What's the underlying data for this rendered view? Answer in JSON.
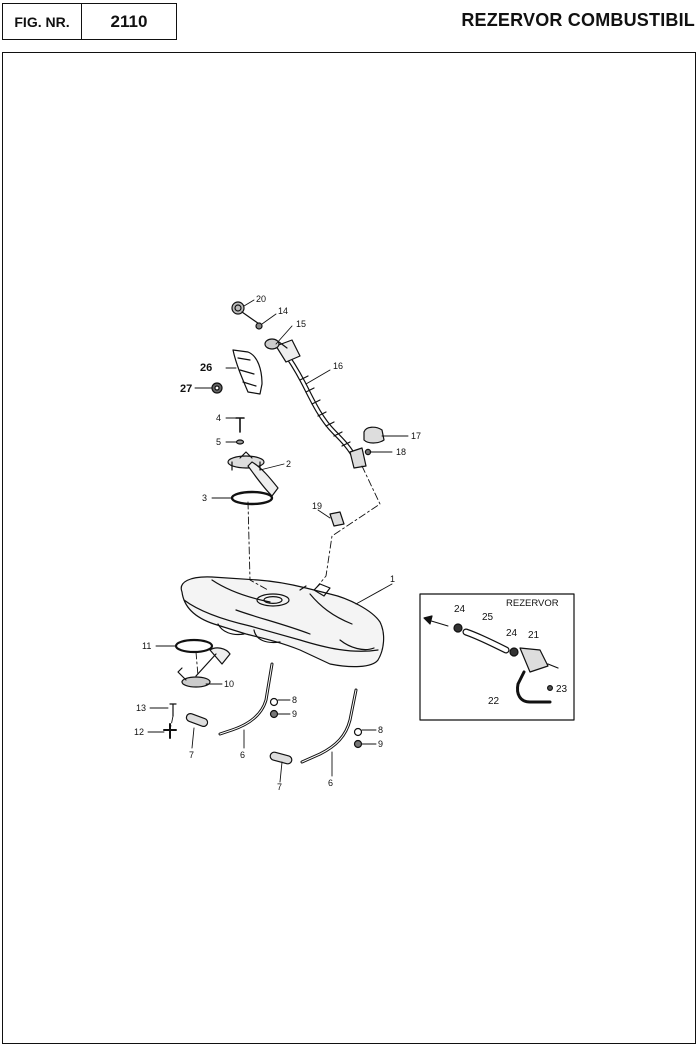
{
  "header": {
    "fig_label": "FIG. NR.",
    "fig_number": "2110",
    "title": "REZERVOR COMBUSTIBIL"
  },
  "inset": {
    "title": "REZERVOR"
  },
  "callouts": {
    "c1": "1",
    "c2": "2",
    "c3": "3",
    "c4": "4",
    "c5": "5",
    "c6a": "6",
    "c6b": "6",
    "c7a": "7",
    "c7b": "7",
    "c8a": "8",
    "c8b": "8",
    "c9a": "9",
    "c9b": "9",
    "c10": "10",
    "c11": "11",
    "c12": "12",
    "c13": "13",
    "c14": "14",
    "c15": "15",
    "c16": "16",
    "c17": "17",
    "c18": "18",
    "c19": "19",
    "c20": "20",
    "c21": "21",
    "c22": "22",
    "c23": "23",
    "c24a": "24",
    "c24b": "24",
    "c25": "25",
    "c26": "26",
    "c27": "27"
  }
}
